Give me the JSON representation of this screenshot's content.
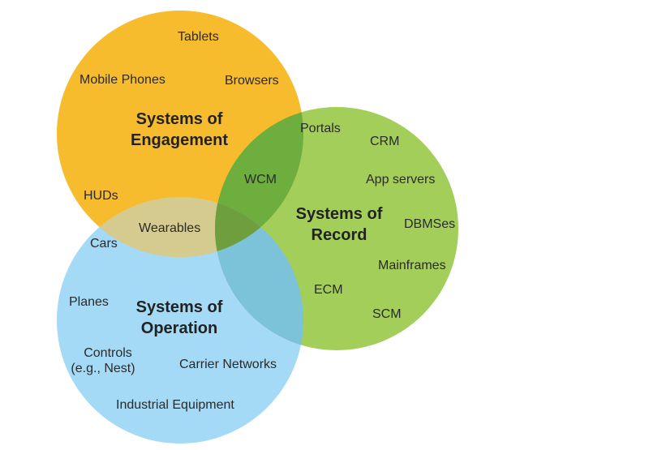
{
  "colors": {
    "engagement": "#F7BC2E",
    "record": "#A3CE5A",
    "operation": "#A4DAF5",
    "engagement_operation_overlap": "#D6CB8E",
    "engagement_record_overlap": "#6DAE3E",
    "record_operation_overlap": "#7CC2D8",
    "center_overlap": "#6F9E3C"
  },
  "circles": {
    "engagement": {
      "title_line1": "Systems of",
      "title_line2": "Engagement",
      "items": [
        "Tablets",
        "Mobile Phones",
        "Browsers",
        "HUDs"
      ]
    },
    "record": {
      "title_line1": "Systems of",
      "title_line2": "Record",
      "items": [
        "Portals",
        "CRM",
        "App servers",
        "DBMSes",
        "Mainframes",
        "ECM",
        "SCM"
      ]
    },
    "operation": {
      "title_line1": "Systems of",
      "title_line2": "Operation",
      "items": [
        "Cars",
        "Planes",
        "Controls",
        "(e.g., Nest)",
        "Carrier Networks",
        "Industrial Equipment"
      ]
    }
  },
  "overlaps": {
    "engagement_record": "WCM",
    "engagement_operation": "Wearables"
  }
}
